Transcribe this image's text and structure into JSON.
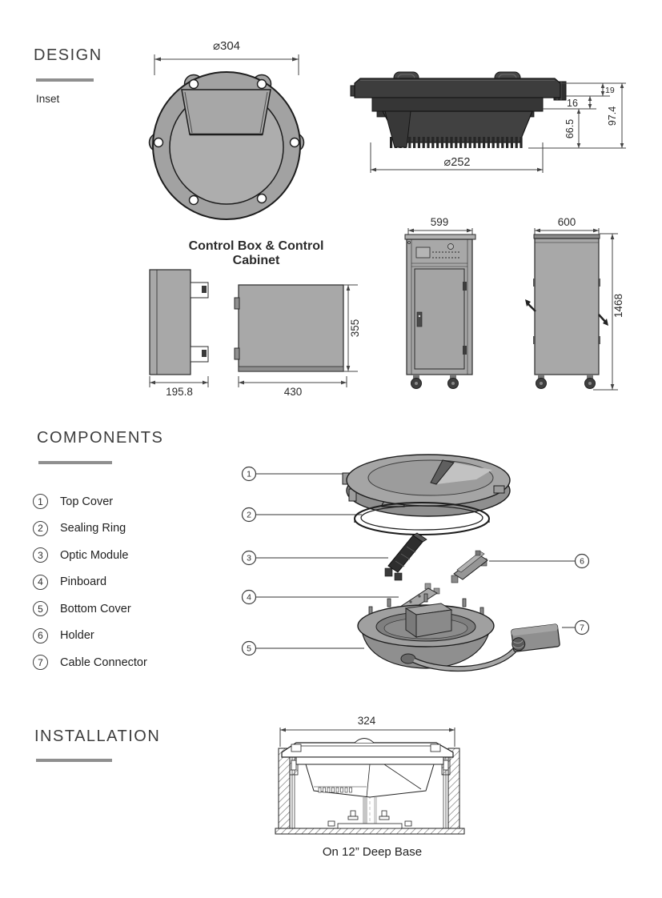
{
  "design": {
    "heading": "DESIGN",
    "subheading": "Inset",
    "top_view": {
      "diameter": "⌀304"
    },
    "side_view": {
      "d1": "19",
      "d2": "16",
      "d3": "66.5",
      "d4": "97.4",
      "diameter": "⌀252"
    },
    "control": {
      "caption": "Control Box & Control Cabinet",
      "box": {
        "depth": "195.8",
        "width": "430",
        "height": "355"
      },
      "cabinet": {
        "front_width": "599",
        "side_width": "600",
        "height": "1468"
      }
    }
  },
  "components": {
    "heading": "COMPONENTS",
    "items": [
      {
        "num": "1",
        "label": "Top Cover"
      },
      {
        "num": "2",
        "label": "Sealing Ring"
      },
      {
        "num": "3",
        "label": "Optic Module"
      },
      {
        "num": "4",
        "label": "Pinboard"
      },
      {
        "num": "5",
        "label": "Bottom Cover"
      },
      {
        "num": "6",
        "label": "Holder"
      },
      {
        "num": "7",
        "label": "Cable Connector"
      }
    ]
  },
  "installation": {
    "heading": "INSTALLATION",
    "width": "324",
    "caption": "On 12” Deep Base"
  },
  "colors": {
    "accent_bar": "#8f8f8f",
    "heading_text": "#3d3d3d",
    "drawing_gray": "#a8a8a8",
    "fixture_dark": "#3a3a3a"
  }
}
